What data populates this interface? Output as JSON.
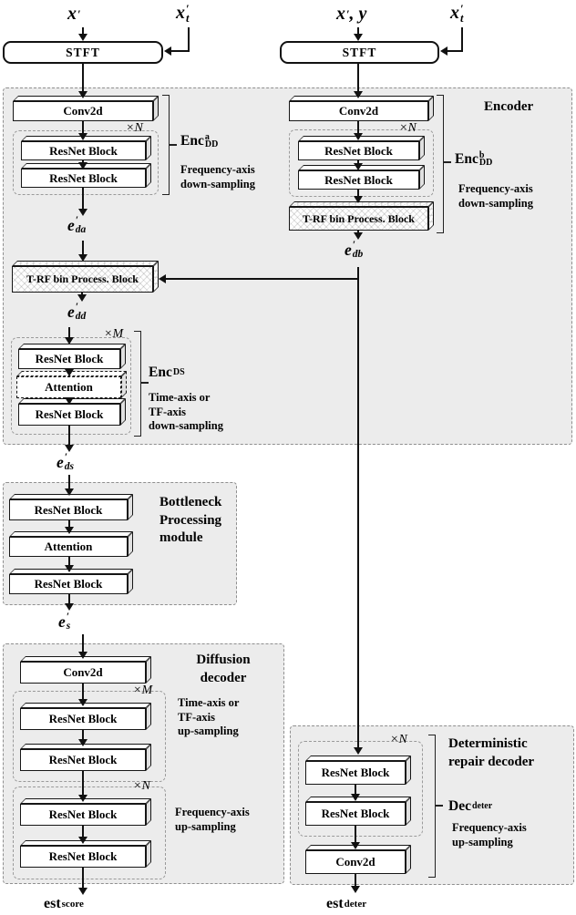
{
  "meta": {
    "bg": "#ffffff",
    "panel_fill": "#ececec",
    "line": "#111111"
  },
  "inputs": {
    "clean": {
      "base": "x",
      "sup": "′",
      "sub": "",
      "rest": ""
    },
    "noisy_t_left": {
      "base": "x",
      "sup": "′",
      "sub": "t",
      "rest": ""
    },
    "pair": {
      "base": "x",
      "sup": "′",
      "sub": "",
      "rest": ", y"
    },
    "noisy_t_right": {
      "base": "x",
      "sup": "′",
      "sub": "t",
      "rest": ""
    }
  },
  "blocks": {
    "stft": "STFT",
    "conv2d": "Conv2d",
    "resnet": "ResNet Block",
    "attention": "Attention",
    "trf": "T-RF bin Process. Block"
  },
  "multipliers": {
    "n": "×N",
    "m": "×M"
  },
  "encoder": {
    "title": "Encoder",
    "enc_a": {
      "base": "Enc",
      "sup": "a",
      "sub": "DD"
    },
    "enc_b": {
      "base": "Enc",
      "sup": "b",
      "sub": "DD"
    },
    "enc_ds": {
      "base": "Enc",
      "sup": "",
      "sub": "DS"
    },
    "freq_down_a": [
      "Frequency-axis",
      "down-sampling"
    ],
    "freq_down_b": [
      "Frequency-axis",
      "down-sampling"
    ],
    "time_down": [
      "Time-axis or",
      "TF-axis",
      "down-sampling"
    ]
  },
  "embeddings": {
    "e_da": {
      "base": "e",
      "sup": "′",
      "sub": "da"
    },
    "e_db": {
      "base": "e",
      "sup": "′",
      "sub": "db"
    },
    "e_dd": {
      "base": "e",
      "sup": "′",
      "sub": "dd"
    },
    "e_ds": {
      "base": "e",
      "sup": "′",
      "sub": "ds"
    },
    "e_s": {
      "base": "e",
      "sup": "′",
      "sub": "s"
    }
  },
  "bottleneck": {
    "title": [
      "Bottleneck",
      "Processing",
      "module"
    ]
  },
  "diffusion": {
    "title": [
      "Diffusion",
      "decoder"
    ],
    "time_up": [
      "Time-axis or",
      "TF-axis",
      "up-sampling"
    ],
    "freq_up": [
      "Frequency-axis",
      "up-sampling"
    ]
  },
  "deterministic": {
    "title": [
      "Deterministic",
      "repair decoder"
    ],
    "dec": {
      "base": "Dec",
      "sup": "",
      "sub": "deter"
    },
    "freq_up": [
      "Frequency-axis",
      "up-sampling"
    ]
  },
  "outputs": {
    "est_score": {
      "base": "est",
      "sup": "",
      "sub": "score"
    },
    "est_deter": {
      "base": "est",
      "sup": "",
      "sub": "deter"
    }
  }
}
